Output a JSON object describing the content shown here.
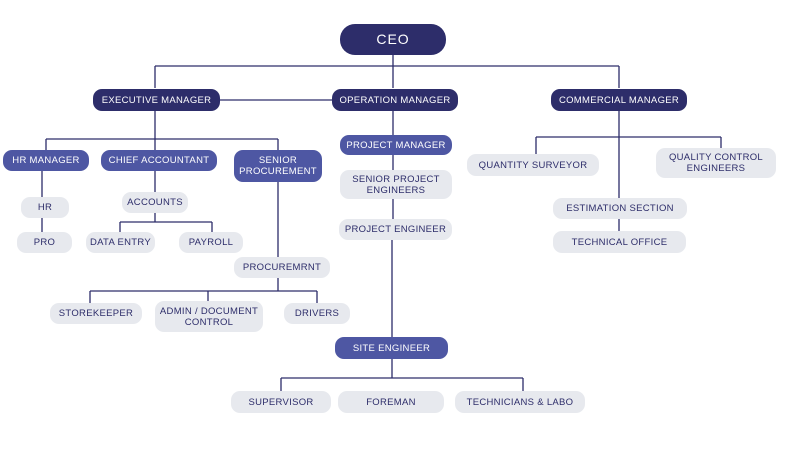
{
  "nodes": {
    "ceo": "CEO",
    "executive_manager": "EXECUTIVE MANAGER",
    "operation_manager": "OPERATION MANAGER",
    "commercial_manager": "COMMERCIAL MANAGER",
    "hr_manager": "HR MANAGER",
    "chief_accountant": "CHIEF ACCOUNTANT",
    "senior_procurement": "SENIOR\nPROCUREMENT",
    "hr": "HR",
    "pro": "PRO",
    "accounts": "ACCOUNTS",
    "data_entry": "DATA ENTRY",
    "payroll": "PAYROLL",
    "procurement": "PROCUREMRNT",
    "storekeeper": "STOREKEEPER",
    "admin_document_control": "ADMIN / DOCUMENT\nCONTROL",
    "drivers": "DRIVERS",
    "project_manager": "PROJECT MANAGER",
    "senior_project_engineers": "SENIOR PROJECT\nENGINEERS",
    "project_engineer": "PROJECT ENGINEER",
    "site_engineer": "SITE ENGINEER",
    "supervisor": "SUPERVISOR",
    "foreman": "FOREMAN",
    "technicians_labo": "TECHNICIANS & LABO",
    "quantity_surveyor": "QUANTITY SURVEYOR",
    "quality_control_engineers": "QUALITY CONTROL\nENGINEERS",
    "estimation_section": "ESTIMATION SECTION",
    "technical_office": "TECHNICAL OFFICE"
  },
  "colors": {
    "dark_node": "#2d2d6a",
    "mid_node": "#4e57a3",
    "light_node": "#e7e9ee",
    "connector": "#2d2d6a"
  }
}
